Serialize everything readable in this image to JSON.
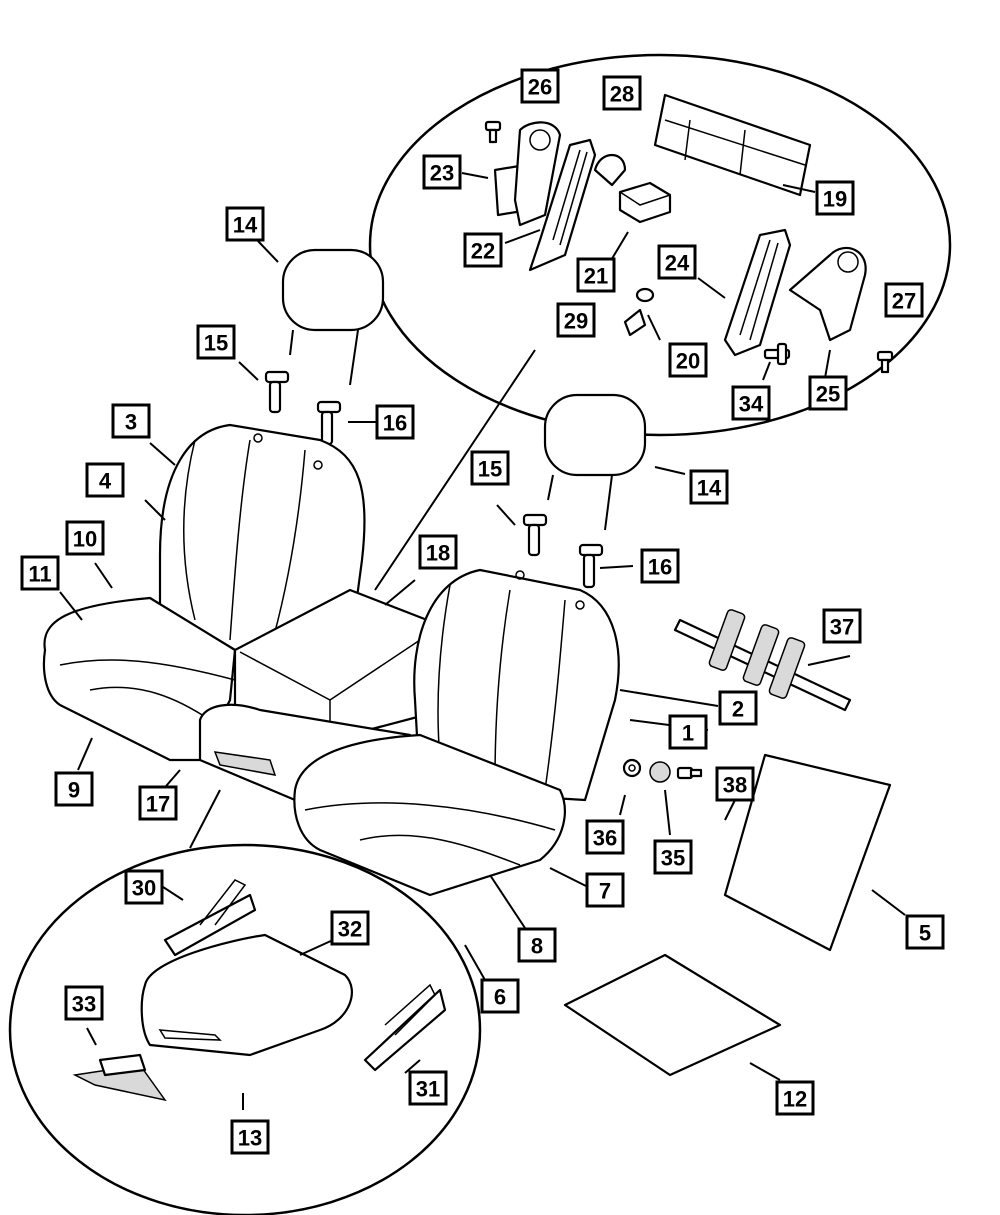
{
  "callouts": {
    "c1": "1",
    "c2": "2",
    "c3": "3",
    "c4": "4",
    "c5": "5",
    "c6": "6",
    "c7": "7",
    "c8": "8",
    "c9": "9",
    "c10": "10",
    "c11": "11",
    "c12": "12",
    "c13": "13",
    "c14a": "14",
    "c14b": "14",
    "c15a": "15",
    "c15b": "15",
    "c16a": "16",
    "c16b": "16",
    "c17": "17",
    "c18": "18",
    "c19": "19",
    "c20": "20",
    "c21": "21",
    "c22": "22",
    "c23": "23",
    "c24": "24",
    "c25": "25",
    "c26": "26",
    "c27": "27",
    "c28": "28",
    "c29": "29",
    "c30": "30",
    "c31": "31",
    "c32": "32",
    "c33": "33",
    "c34": "34",
    "c35": "35",
    "c36": "36",
    "c37": "37",
    "c38": "38"
  },
  "colors": {
    "line": "#000000",
    "background": "#ffffff",
    "label_fill": "#ffffff"
  }
}
